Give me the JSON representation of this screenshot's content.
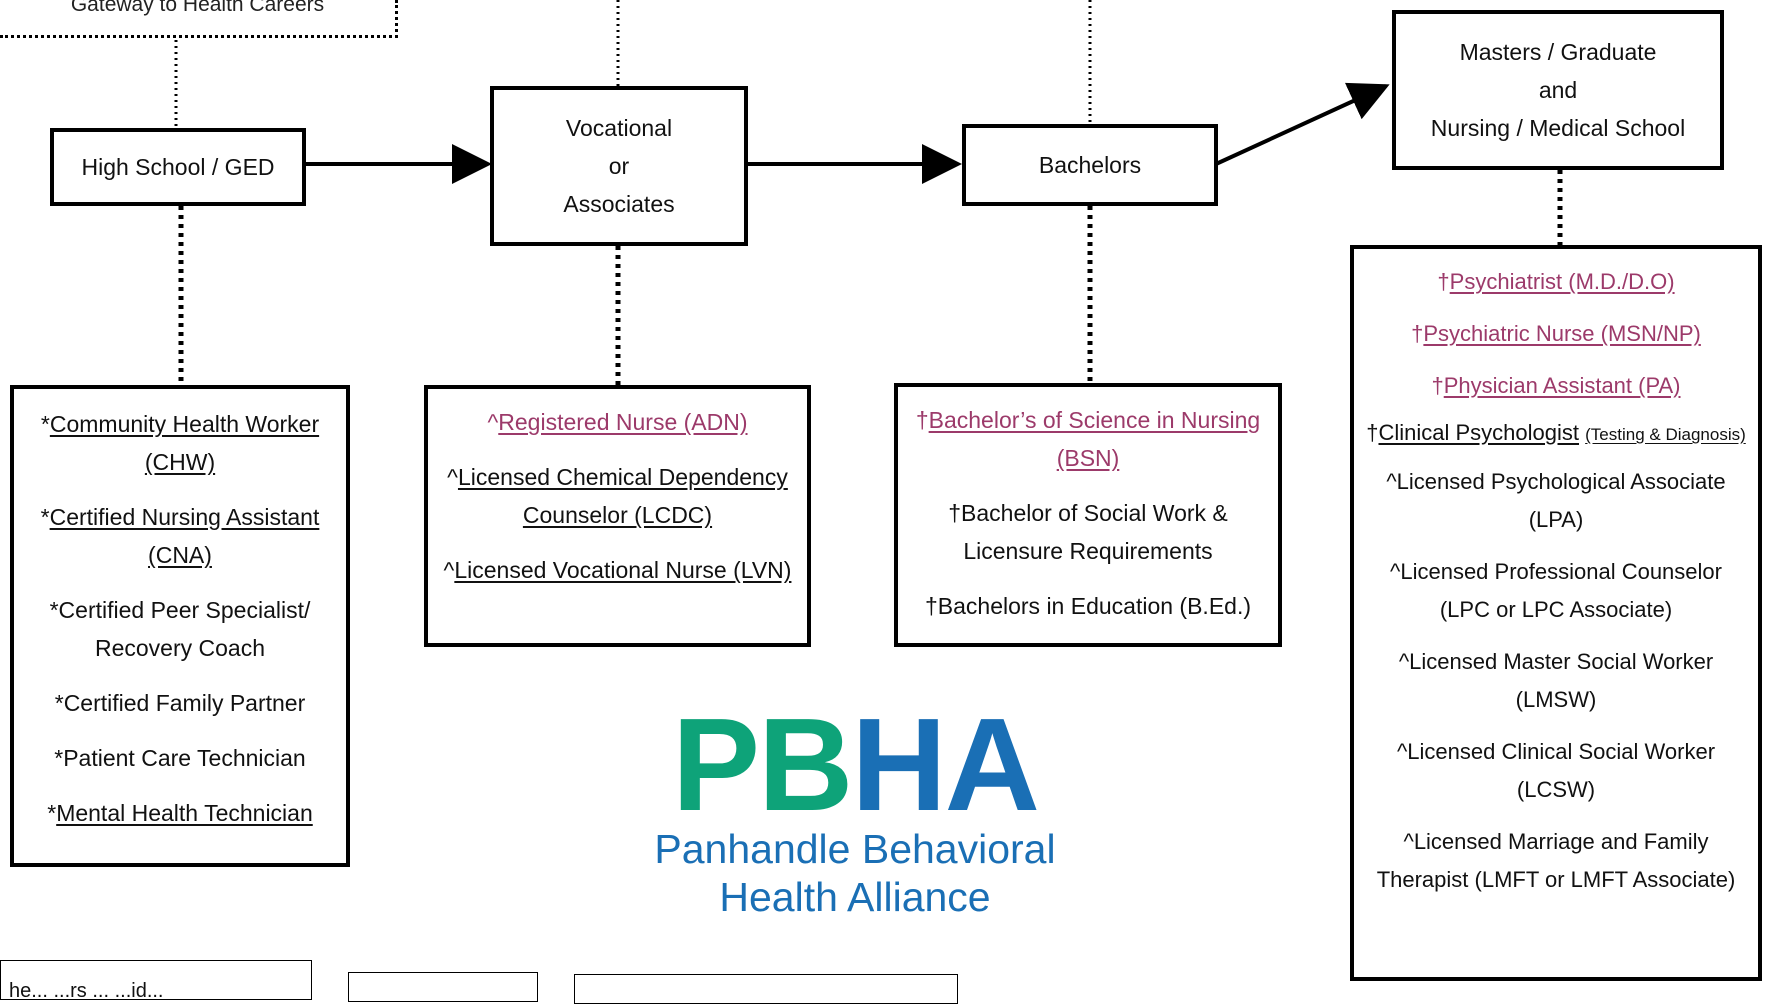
{
  "gateway_label": "Gateway to Health Careers",
  "stages": {
    "high_school": "High School / GED",
    "vocational": [
      "Vocational",
      "or",
      "Associates"
    ],
    "bachelors": "Bachelors",
    "masters": [
      "Masters / Graduate",
      "and",
      "Nursing / Medical School"
    ]
  },
  "high_school_careers": [
    {
      "prefix": "*",
      "text": "Community Health Worker (CHW)"
    },
    {
      "prefix": "*",
      "text": "Certified Nursing Assistant (CNA)"
    },
    {
      "prefix": "*",
      "text": "Certified Peer Specialist/ Recovery Coach"
    },
    {
      "prefix": "*",
      "text": "Certified Family Partner"
    },
    {
      "prefix": "*",
      "text": "Patient Care Technician"
    },
    {
      "prefix": "*",
      "text": "Mental Health Technician"
    }
  ],
  "vocational_careers": [
    {
      "prefix": "^",
      "text": "Registered Nurse (ADN)"
    },
    {
      "prefix": "^",
      "text": "Licensed Chemical Dependency Counselor (LCDC)"
    },
    {
      "prefix": "^",
      "text": "Licensed Vocational Nurse (LVN)"
    }
  ],
  "bachelors_careers": [
    {
      "prefix": "†",
      "text": "Bachelor’s of Science in Nursing (BSN)"
    },
    {
      "prefix": "†",
      "text": "Bachelor of Social Work & Licensure Requirements"
    },
    {
      "prefix": "†",
      "text": "Bachelors in Education (B.Ed.)"
    }
  ],
  "masters_careers": [
    {
      "prefix": "†",
      "text": "Psychiatrist (M.D./D.O)"
    },
    {
      "prefix": "†",
      "text": "Psychiatric Nurse (MSN/NP)"
    },
    {
      "prefix": "†",
      "text": "Physician Assistant (PA)"
    },
    {
      "prefix": "†",
      "text": "Clinical Psychologist",
      "note": "(Testing & Diagnosis)"
    },
    {
      "prefix": "^",
      "text": "Licensed Psychological Associate (LPA)"
    },
    {
      "prefix": "^",
      "text": "Licensed Professional Counselor (LPC or LPC Associate)"
    },
    {
      "prefix": "^",
      "text": "Licensed Master Social Worker (LMSW)"
    },
    {
      "prefix": "^",
      "text": "Licensed Clinical Social Worker (LCSW)"
    },
    {
      "prefix": "^",
      "text": "Licensed Marriage and Family Therapist (LMFT or LMFT Associate)"
    }
  ],
  "logo": {
    "letters_green": "PB",
    "letters_blue": "HA",
    "name_line1": "Panhandle Behavioral",
    "name_line2": "Health Alliance"
  },
  "legend_partial": "he... ...rs ... ...id..."
}
